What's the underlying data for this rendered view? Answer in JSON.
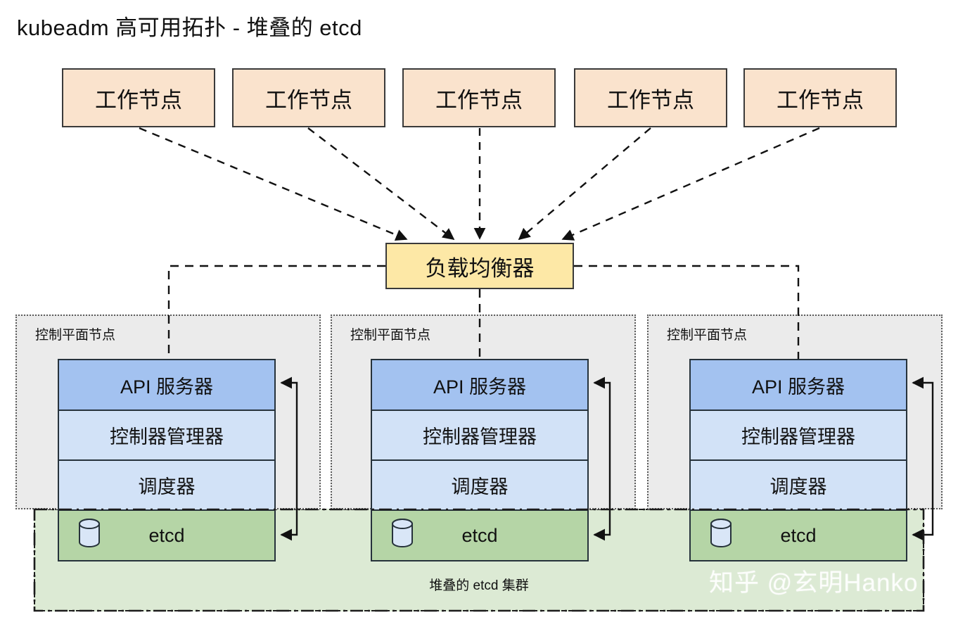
{
  "title": "kubeadm 高可用拓扑 - 堆叠的 etcd",
  "worker_nodes": [
    {
      "label": "工作节点"
    },
    {
      "label": "工作节点"
    },
    {
      "label": "工作节点"
    },
    {
      "label": "工作节点"
    },
    {
      "label": "工作节点"
    }
  ],
  "load_balancer": {
    "label": "负载均衡器"
  },
  "control_plane_nodes": [
    {
      "label": "控制平面节点",
      "components": [
        {
          "label": "API 服务器",
          "kind": "apiserver"
        },
        {
          "label": "控制器管理器",
          "kind": "ctrlmgr"
        },
        {
          "label": "调度器",
          "kind": "sched"
        },
        {
          "label": "etcd",
          "kind": "etcd",
          "icon": "database-cylinder-icon"
        }
      ]
    },
    {
      "label": "控制平面节点",
      "components": [
        {
          "label": "API 服务器",
          "kind": "apiserver"
        },
        {
          "label": "控制器管理器",
          "kind": "ctrlmgr"
        },
        {
          "label": "调度器",
          "kind": "sched"
        },
        {
          "label": "etcd",
          "kind": "etcd",
          "icon": "database-cylinder-icon"
        }
      ]
    },
    {
      "label": "控制平面节点",
      "components": [
        {
          "label": "API 服务器",
          "kind": "apiserver"
        },
        {
          "label": "控制器管理器",
          "kind": "ctrlmgr"
        },
        {
          "label": "调度器",
          "kind": "sched"
        },
        {
          "label": "etcd",
          "kind": "etcd",
          "icon": "database-cylinder-icon"
        }
      ]
    }
  ],
  "etcd_cluster": {
    "label": "堆叠的 etcd 集群"
  },
  "watermark": {
    "text": "知乎 @玄明Hanko"
  },
  "colors": {
    "worker_fill": "#fae3cd",
    "load_balancer_fill": "#fde8a6",
    "apiserver_fill": "#a3c2f0",
    "controller_fill": "#d2e2f7",
    "scheduler_fill": "#d2e2f7",
    "etcd_fill": "#b5d5a6",
    "etcd_cluster_fill": "#dcead4",
    "control_plane_fill": "#ebebeb",
    "stroke": "#26323b",
    "background": "#ffffff"
  }
}
